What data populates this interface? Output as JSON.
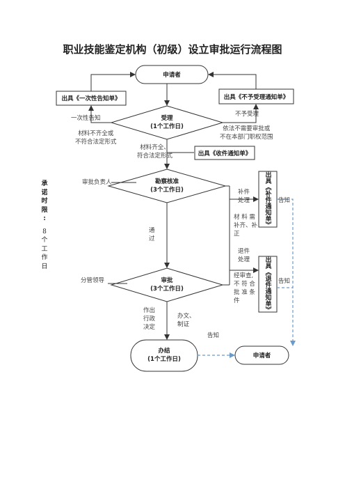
{
  "title": "职业技能鉴定机构（初级）设立审批运行流程图",
  "nodes": {
    "applicant_top": "申请者",
    "once_notice": "出具《一次性告知单》",
    "reject_notice": "出具《不予受理通知单》",
    "accept_title": "受理",
    "accept_time": "(1个工作日)",
    "receipt_notice": "出具《收件通知单》",
    "inspect_title": "勘察核准",
    "inspect_time": "(3个工作日)",
    "approve_title": "审批",
    "approve_time": "(3个工作日)",
    "done_title": "办结",
    "done_time": "(1个工作日)",
    "applicant_bottom": "申请者",
    "supplement_notice": "出具《补件通知单》",
    "return_notice": "出具《退件通知单》"
  },
  "labels": {
    "once_notify": "一次性告知",
    "materials_incomplete_1": "材料不齐全或",
    "materials_incomplete_2": "不符合法定形式",
    "no_accept": "不予受理",
    "no_approval_1": "依法不需要审批或",
    "no_approval_2": "不在本部门职权范围",
    "materials_ok_1": "材料齐全、",
    "materials_ok_2": "符合法定形式",
    "approver": "审批负责人",
    "passed_1": "通",
    "passed_2": "过",
    "supplement_1": "补件",
    "supplement_2": "处理",
    "need_supplement_1": "材 料 需",
    "need_supplement_2": "补齐、补",
    "need_supplement_3": "正",
    "return_1": "退件",
    "return_2": "处理",
    "reviewed_1": "经审查,",
    "reviewed_2": "不 符 合",
    "reviewed_3": "批 准 条",
    "reviewed_4": "件",
    "leader": "分管领导",
    "decision_1": "作出",
    "decision_2": "行政",
    "decision_3": "决定",
    "handle_1": "办文、",
    "handle_2": "制证",
    "notify_bottom": "告知",
    "notify_supplement": "告知",
    "notify_return": "告知"
  },
  "side_note": {
    "c1": "承",
    "c2": "诺",
    "c3": "时",
    "c4": "限",
    "c5": ":",
    "c6": "8",
    "c7": "个",
    "c8": "工",
    "c9": "作",
    "c10": "日"
  },
  "colors": {
    "line": "#333333",
    "dashed": "#6a9bc9"
  }
}
